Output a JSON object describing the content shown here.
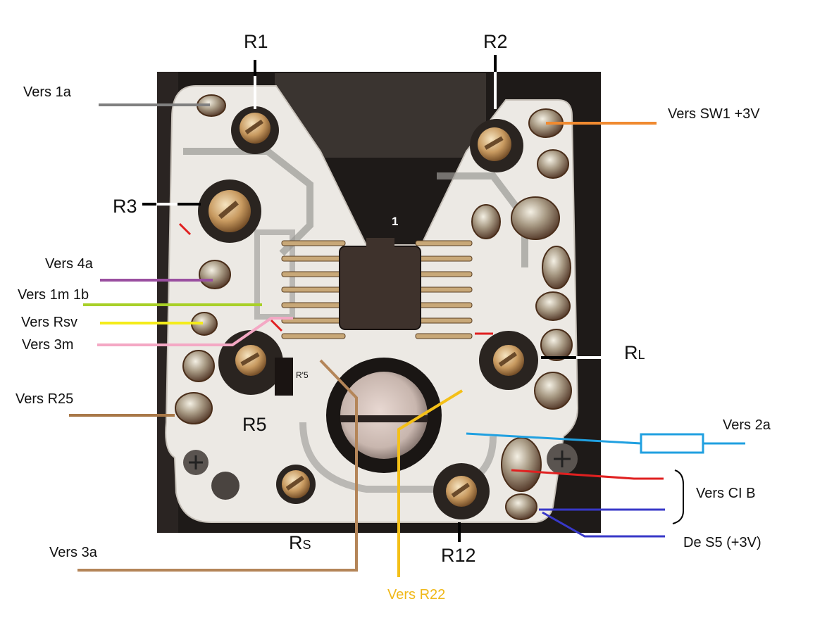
{
  "labels": {
    "r1": "R1",
    "r2": "R2",
    "r3": "R3",
    "r5": "R5",
    "r12": "R12",
    "rl_main": "R",
    "rl_sub": "L",
    "rs_main": "R",
    "rs_sub": "S",
    "rprime5": "R'5",
    "pin1": "1",
    "vers_1a": "Vers 1a",
    "vers_sw1": "Vers SW1 +3V",
    "vers_4a": "Vers 4a",
    "vers_1m1b": "Vers 1m 1b",
    "vers_rsv": "Vers Rsv",
    "vers_3m": "Vers 3m",
    "vers_r25": "Vers R25",
    "vers_2a": "Vers 2a",
    "vers_cib": "Vers CI B",
    "de_s5": "De S5 (+3V)",
    "vers_3a": "Vers 3a",
    "vers_r22": "Vers R22"
  },
  "colors": {
    "vers_1a": "#808080",
    "vers_sw1": "#f08a30",
    "vers_4a": "#9a4fa0",
    "vers_1m1b": "#a8d028",
    "vers_rsv": "#f4ec1a",
    "vers_3m": "#f4a8c4",
    "vers_r25": "#a87848",
    "vers_2a": "#20a0e0",
    "vers_cib": "#e02020",
    "de_s5": "#3838c8",
    "vers_3a": "#b48558",
    "vers_r22": "#f4c018",
    "vers_r22_text": "#f0b818"
  }
}
